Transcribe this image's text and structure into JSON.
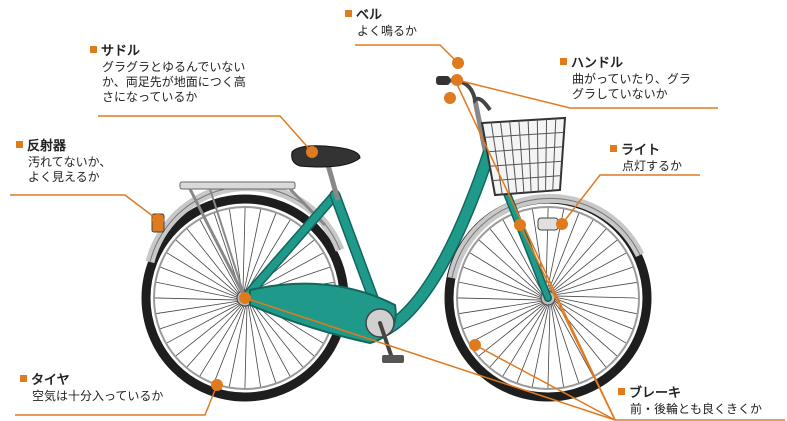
{
  "accent_color": "#e07a1e",
  "frame_color": "#1f9a8a",
  "callouts": {
    "bell": {
      "title": "ベル",
      "desc": "よく鳴るか"
    },
    "saddle": {
      "title": "サドル",
      "desc": "グラグラとゆるんでいない\nか、両足先が地面につく高\nさになっているか"
    },
    "handle": {
      "title": "ハンドル",
      "desc": "曲がっていたり、グラ\nグラしていないか"
    },
    "reflector": {
      "title": "反射器",
      "desc": "汚れてないか、\nよく見えるか"
    },
    "light": {
      "title": "ライト",
      "desc": "点灯するか"
    },
    "tire": {
      "title": "タイヤ",
      "desc": "空気は十分入っているか"
    },
    "brake": {
      "title": "ブレーキ",
      "desc": "前・後輪とも良くきくか"
    }
  }
}
